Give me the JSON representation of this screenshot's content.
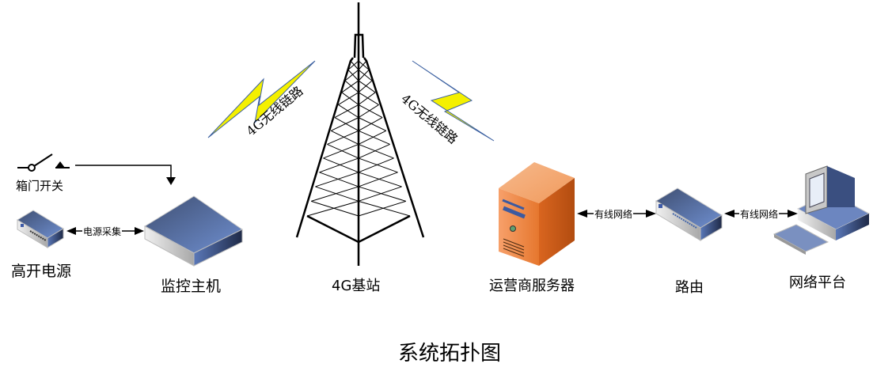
{
  "diagram": {
    "title": "系统拓扑图",
    "nodes": {
      "door_switch": {
        "label": "箱门开关",
        "icon": "switch-symbol-icon"
      },
      "power": {
        "label": "高开电源",
        "icon": "network-device-icon"
      },
      "host": {
        "label": "监控主机",
        "icon": "host-box-icon"
      },
      "tower": {
        "label": "4G基站",
        "icon": "cell-tower-icon"
      },
      "server": {
        "label": "运营商服务器",
        "icon": "server-tower-icon"
      },
      "router": {
        "label": "路由",
        "icon": "router-icon"
      },
      "platform": {
        "label": "网络平台",
        "icon": "desktop-computer-icon"
      }
    },
    "links": {
      "power_host": {
        "label": "电源采集"
      },
      "wireless_left": {
        "label": "4G无线链路"
      },
      "wireless_right": {
        "label": "4G无线链路"
      },
      "server_router": {
        "label": "有线网络"
      },
      "router_platform": {
        "label": "有线网络"
      }
    },
    "colors": {
      "device_blue": "#4f6fa8",
      "server_orange": "#e8762a",
      "lightning_yellow": "#f4f000",
      "lightning_edge": "#3a5fa0"
    }
  }
}
